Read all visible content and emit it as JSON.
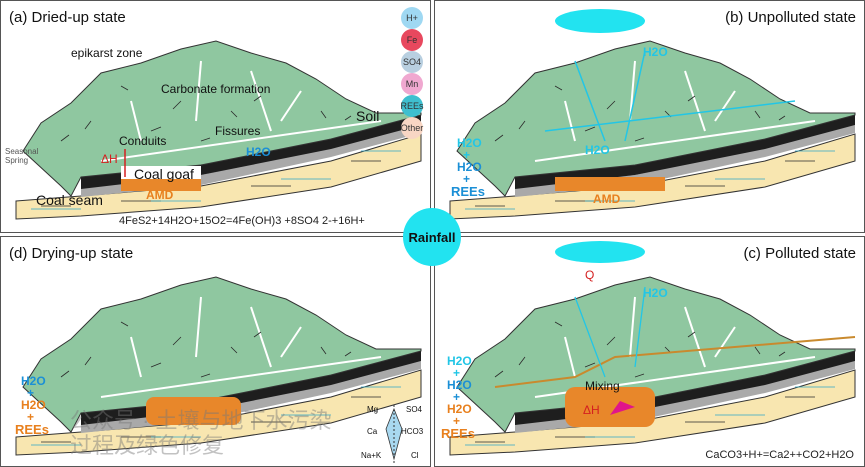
{
  "panels": {
    "a": {
      "title": "(a) Dried-up state",
      "labels": {
        "epikarst": "epikarst zone",
        "carbonate": "Carbonate formation",
        "conduits": "Conduits",
        "fissures": "Fissures",
        "soil": "Soil",
        "spring": "Seasonal Spring",
        "h2o": "H2O",
        "dh": "ΔH",
        "goaf": "Coal goaf",
        "amd": "AMD",
        "seam": "Coal seam"
      },
      "equation": "4FeS2+14H2O+15O2=4Fe(OH)3 +8SO4 2-+16H+"
    },
    "b": {
      "title": "(b) Unpolluted state",
      "labels": {
        "h2o_top": "H2O",
        "h2o_mid": "H2O",
        "side1": "H2O",
        "plus1": "+",
        "side2": "H2O",
        "plus2": "+",
        "rees": "REEs",
        "amd": "AMD"
      }
    },
    "d": {
      "title": "(d) Drying-up state",
      "labels": {
        "side1": "H2O",
        "plus1": "+",
        "side2": "H2O",
        "plus2": "+",
        "rees": "REEs"
      },
      "piper": {
        "mg": "Mg",
        "so4": "SO4",
        "ca": "Ca",
        "hco3": "HCO3",
        "nak": "Na+K",
        "cl": "Cl"
      }
    },
    "c": {
      "title": "(c) Polluted state",
      "labels": {
        "q": "Q",
        "h2o_top": "H2O",
        "side1": "H2O",
        "plus1": "+",
        "side2": "H2O",
        "plus2": "+",
        "side3": "H2O",
        "plus3": "+",
        "rees": "REEs",
        "mixing": "Mixing",
        "dh": "ΔH"
      },
      "equation": "CaCO3+H+=Ca2++CO2+H2O"
    }
  },
  "legend": [
    {
      "label": "H+",
      "color": "#9fd8f2"
    },
    {
      "label": "Fe",
      "color": "#e8485e"
    },
    {
      "label": "SO4",
      "color": "#b8cfe0"
    },
    {
      "label": "Mn",
      "color": "#f0a8d0"
    },
    {
      "label": "REEs",
      "color": "#3fbfcf"
    },
    {
      "label": "Other",
      "color": "#f8d6c4"
    }
  ],
  "center": {
    "label": "Rainfall"
  },
  "watermark": "公众号 · 土壤与地下水污染过程及绿色修复",
  "colors": {
    "mountain": "#8fc7a0",
    "coal": "#1e1e1e",
    "sand": "#f8e6b0",
    "amd": "#e8872a",
    "rain": "#22e3f0"
  }
}
